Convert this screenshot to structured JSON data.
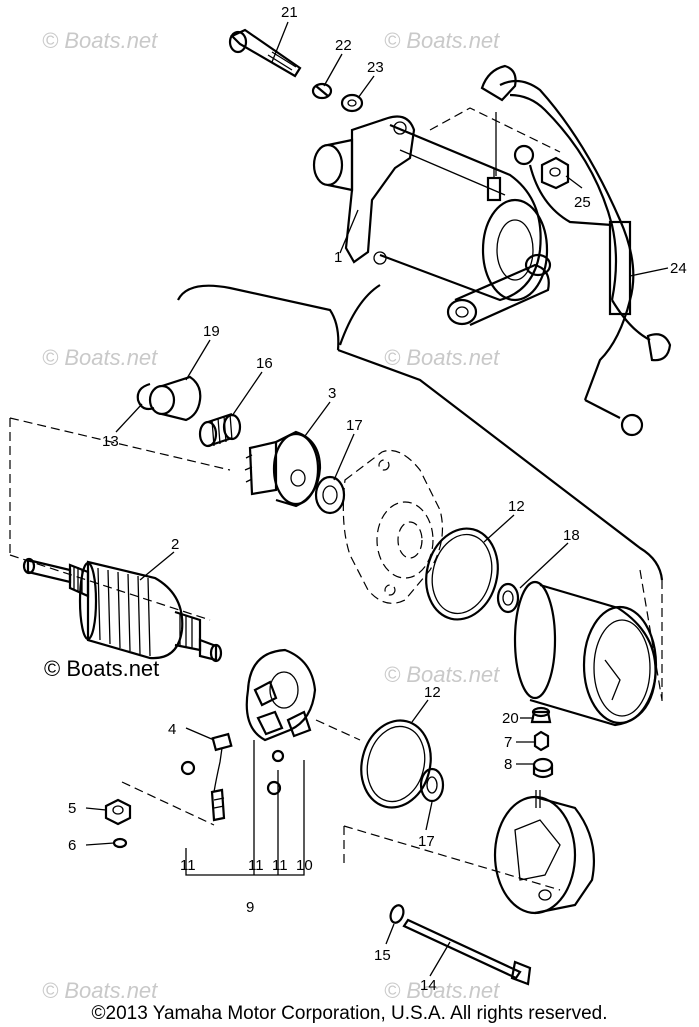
{
  "watermark": {
    "text": "© Boats.net"
  },
  "brand_mark": {
    "text": "© Boats.net"
  },
  "footer": {
    "copyright": "©2013 Yamaha Motor Corporation, U.S.A. All rights reserved."
  },
  "callouts": {
    "c1": "1",
    "c2": "2",
    "c3": "3",
    "c4": "4",
    "c5": "5",
    "c6": "6",
    "c7": "7",
    "c8": "8",
    "c9": "9",
    "c10": "10",
    "c11a": "11",
    "c11b": "11",
    "c11c": "11",
    "c12a": "12",
    "c12b": "12",
    "c13": "13",
    "c14": "14",
    "c15": "15",
    "c16": "16",
    "c17a": "17",
    "c17b": "17",
    "c18": "18",
    "c19": "19",
    "c20": "20",
    "c21": "21",
    "c22": "22",
    "c23": "23",
    "c24": "24",
    "c25": "25"
  }
}
